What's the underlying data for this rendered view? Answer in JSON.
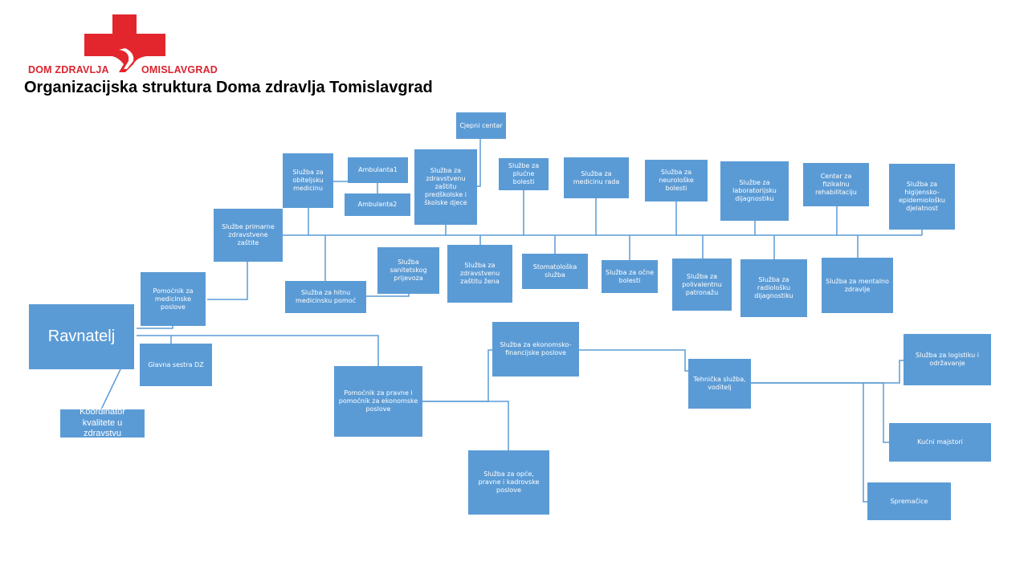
{
  "logo": {
    "text_left": "DOM ZDRAVLJA",
    "text_right": "OMISLAVGRAD",
    "color": "#e3262d"
  },
  "title": "Organizacijska struktura Doma zdravlja Tomislavgrad",
  "colors": {
    "box": "#5b9bd5",
    "line": "#5b9bd5",
    "text": "#ffffff"
  },
  "nodes": {
    "ravnatelj": "Ravnatelj",
    "koordinator": "Koordinator kvalitete u zdravstvu",
    "pomocnik_med": "Pomoćnik za medicinske poslove",
    "glavna_sestra": "Glavna sestra DZ",
    "primarna": "Službe primarne zdravstvene zaštite",
    "hitna": "Služba za hitnu medicinsku pomoć",
    "sanitetski": "Služba sanitetskog prijevoza",
    "obiteljska": "Služba za obiteljsku medicinu",
    "ambulanta1": "Ambulanta1",
    "ambulanta2": "Ambulanta2",
    "predskolska": "Služba za zdravstvenu zaštitu predškolske i školske djece",
    "cjepni": "Cjepni centar",
    "plucne": "Službe za plućne bolesti",
    "medicina_rada": "Služba za medicinu rada",
    "neuroloske": "Služba za neurološke bolesti",
    "laboratorijska": "Službe za laboratorijsku dijagnostiku",
    "fizikalna": "Centar za fizikalnu rehabilitaciju",
    "higijensko": "Služba za higijensko-epidemiološku djelatnost",
    "zena": "Služba za zdravstvenu zaštitu žena",
    "stomatoloska": "Stomatološka služba",
    "ocne": "Služba za očne bolesti",
    "patronaza": "Služba za polivalentnu patronažu",
    "radioloska": "Služba za radiološku dijagnostiku",
    "mentalno": "Služba za mentalno zdravlje",
    "pomocnik_pravne": "Pomoćnik za pravne i pomoćnik za ekonomske poslove",
    "ekonomsko": "Služba za ekonomsko-financijske poslove",
    "opce": "Služba za opće, pravne i kadrovske poslove",
    "tehnicka": "Tehnička služba, voditelj",
    "logistika": "Služba za logistiku i održavanje",
    "majstori": "Kućni majstori",
    "spremacice": "Spremačice"
  }
}
